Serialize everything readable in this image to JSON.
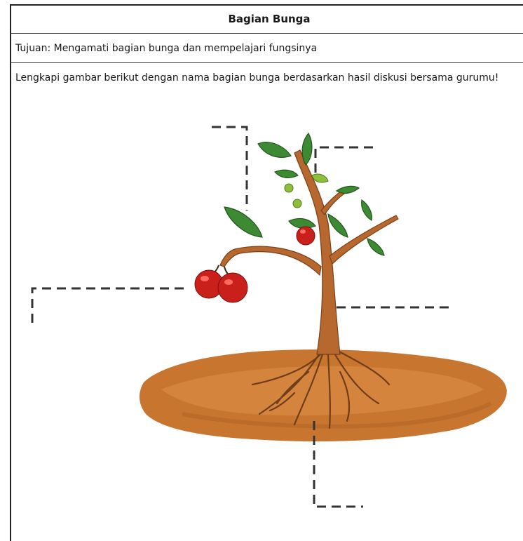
{
  "worksheet": {
    "title": "Bagian Bunga",
    "goal": "Tujuan: Mengamati bagian bunga dan mempelajari fungsinya",
    "instruction": "Lengkapi gambar berikut dengan nama bagian bunga berdasarkan hasil diskusi bersama gurumu!"
  },
  "colors": {
    "soil": "#c8752f",
    "trunk": "#b6682f",
    "leaf": "#3e8a34",
    "fruit": "#c9201c"
  },
  "labels": {
    "blank_count": 5
  }
}
